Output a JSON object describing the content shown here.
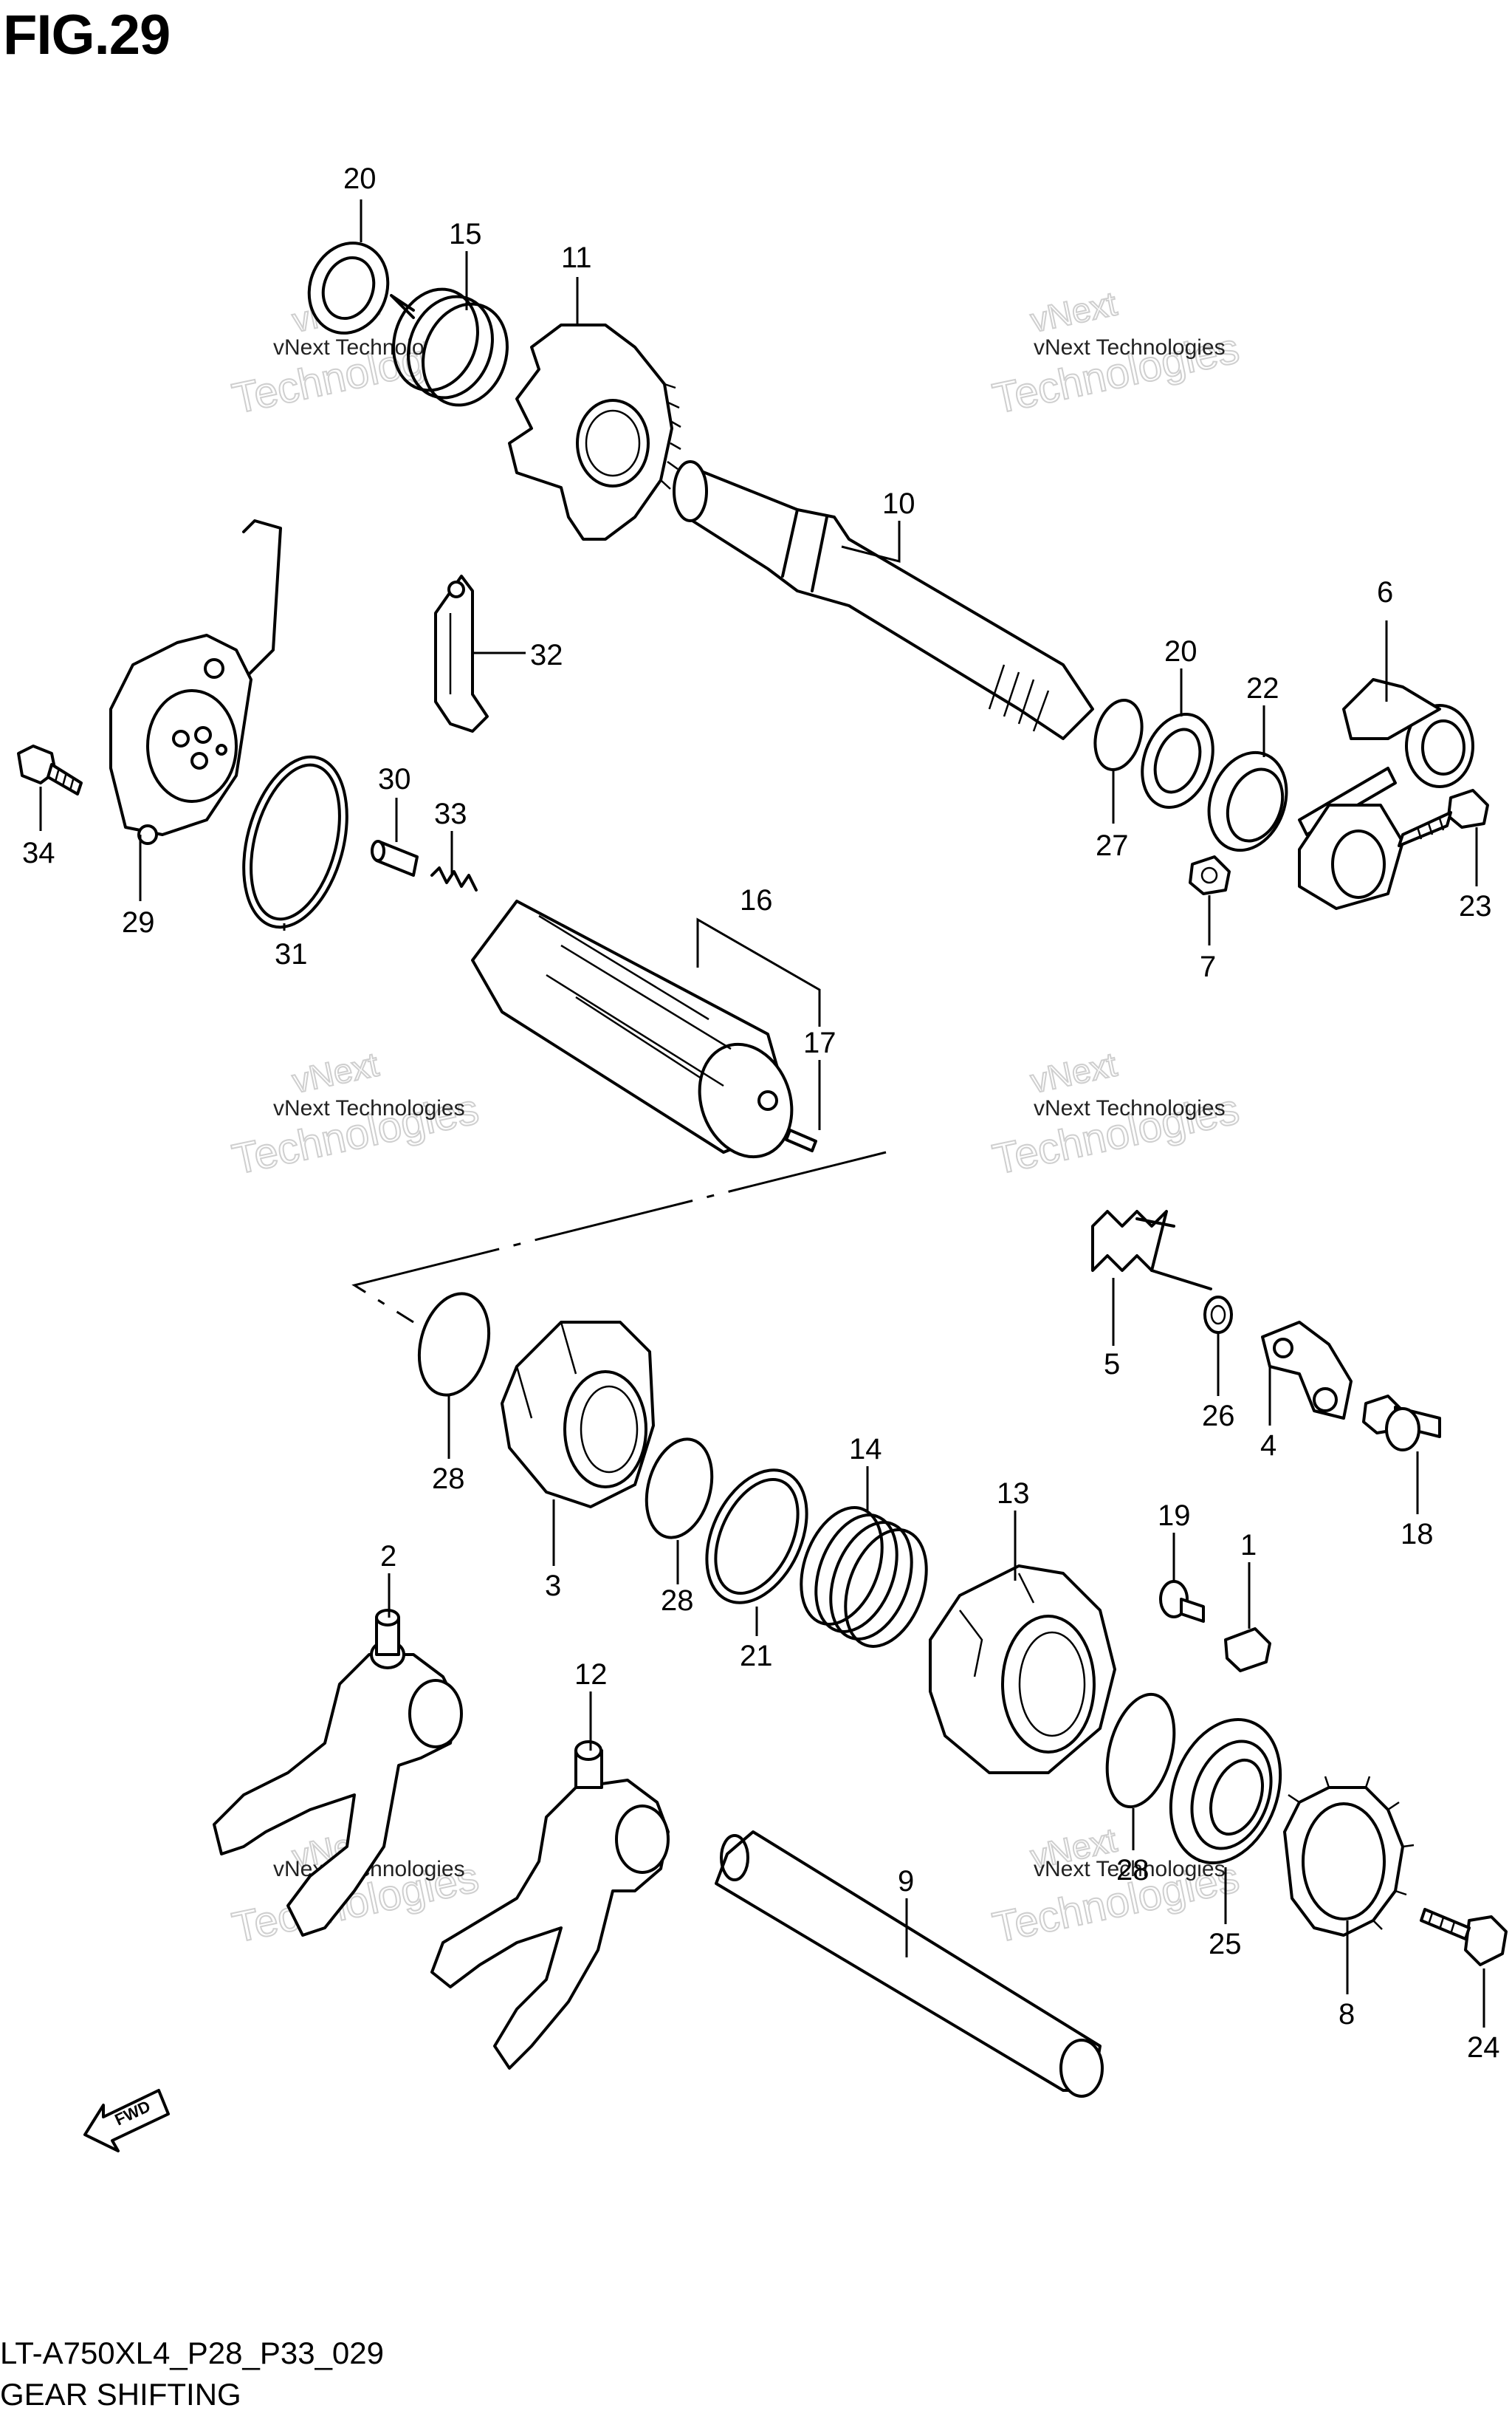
{
  "figure": {
    "title": "FIG.29",
    "code": "LT-A750XL4_P28_P33_029",
    "caption": "GEAR SHIFTING"
  },
  "watermark": {
    "line1": "vNext Technologies",
    "line2": "Technologies",
    "line3": "vNext"
  },
  "fwd_label": "FWD",
  "callouts": [
    "20",
    "15",
    "11",
    "10",
    "32",
    "6",
    "20",
    "22",
    "34",
    "29",
    "30",
    "33",
    "31",
    "27",
    "7",
    "23",
    "16",
    "17",
    "5",
    "26",
    "4",
    "18",
    "28",
    "3",
    "28",
    "21",
    "14",
    "13",
    "19",
    "1",
    "2",
    "12",
    "9",
    "28",
    "25",
    "8",
    "24"
  ]
}
